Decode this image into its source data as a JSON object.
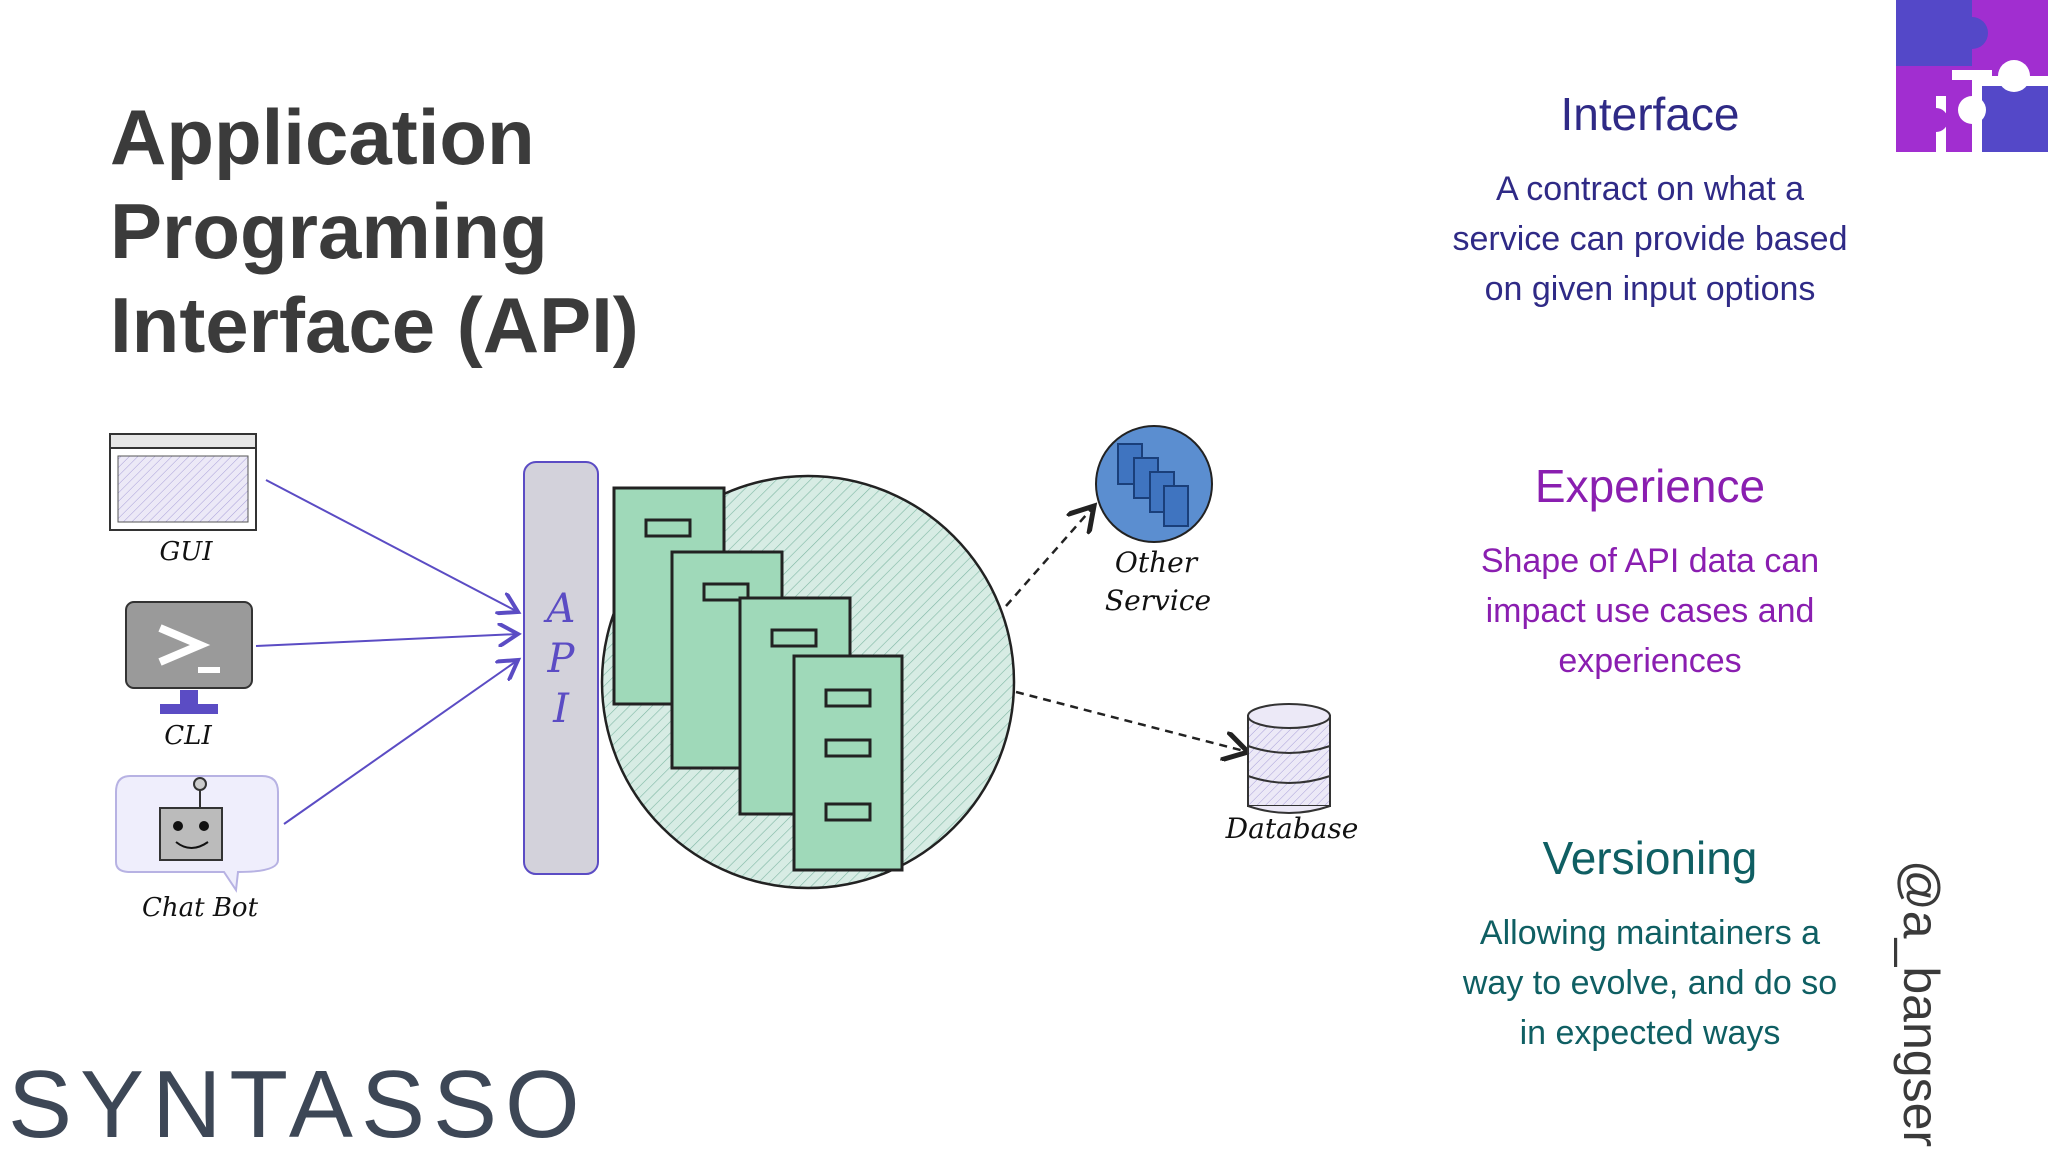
{
  "title": {
    "line1": "Application",
    "line2": "Programing",
    "line3": "Interface (API)"
  },
  "sections": [
    {
      "heading": "Interface",
      "text": [
        "A contract on what a",
        "service can provide based",
        "on given input options"
      ],
      "color": "#2f2a86"
    },
    {
      "heading": "Experience",
      "text": [
        "Shape of API data can",
        "impact use cases and",
        "experiences"
      ],
      "color": "#8a1eb0"
    },
    {
      "heading": "Versioning",
      "text": [
        "Allowing maintainers a",
        "way to evolve, and do so",
        "in expected ways"
      ],
      "color": "#0f5f63"
    }
  ],
  "diagram": {
    "clients": [
      "GUI",
      "CLI",
      "Chat Bot"
    ],
    "api_label": [
      "A",
      "P",
      "I"
    ],
    "other_service": [
      "Other",
      "Service"
    ],
    "database": "Database"
  },
  "brand": "SYNTASSO",
  "handle": "@a_bangser",
  "colors": {
    "accent_purple": "#5b4cc4",
    "circle_fill": "#cfe8de",
    "card_fill": "#9fd9b9",
    "logo_blue": "#5448c8",
    "logo_purple": "#a12ed0"
  }
}
